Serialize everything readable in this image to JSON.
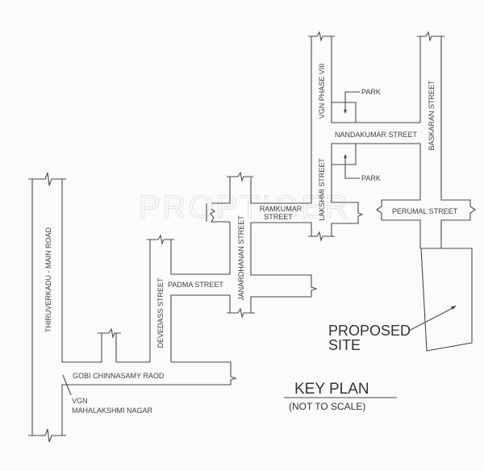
{
  "watermark": "PROPTIGER",
  "roads": {
    "main_road": "THIRUVERKADU - MAIN ROAD",
    "gobi": "GOBI CHINNASAMY RAOD",
    "devedass": "DEVEDASS STREET",
    "padma": "PADMA STREET",
    "janardhanan": "JANARDHANAN STREET",
    "ramkumar_1": "RAMKUMAR",
    "ramkumar_2": "STREET",
    "lakshmi": "LAKSHMI STREET",
    "vgn_phase": "VGN PHASE VIII",
    "nandakumar": "NANDAKUMAR STREET",
    "baskaran": "BASKARAN STREET",
    "perumal": "PERUMAL STREET"
  },
  "places": {
    "park_1": "PARK",
    "park_2": "PARK",
    "vgn_1": "VGN",
    "vgn_2": "MAHALAKSHMI NAGAR",
    "site_1": "PROPOSED",
    "site_2": "SITE"
  },
  "title": "KEY PLAN",
  "subtitle": "(NOT TO SCALE)"
}
